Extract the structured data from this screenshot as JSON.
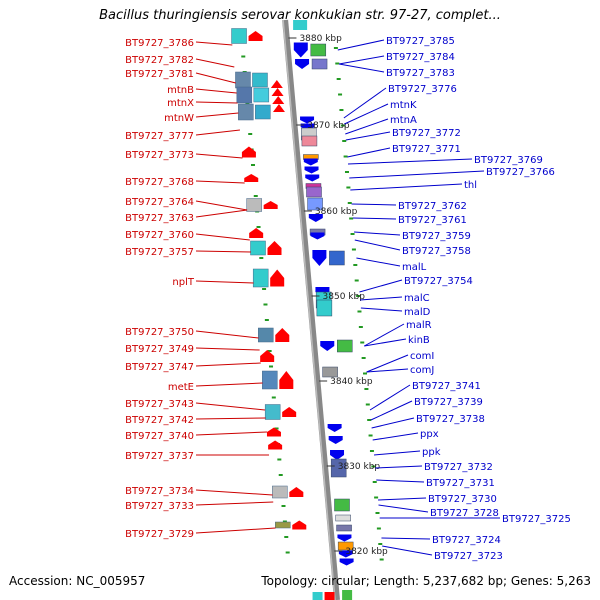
{
  "title": "Bacillus thuringiensis serovar konkukian str. 97-27, complet...",
  "footer": {
    "accession": "Accession: NC_005957",
    "stats": "Topology: circular; Length: 5,237,682 bp; Genes: 5,263"
  },
  "colors": {
    "left_labels": "#cc0000",
    "right_labels": "#0000cc",
    "left_genes": "#ff0000",
    "right_genes": "#0000ee",
    "backbone": "#888888",
    "tick": "#229922"
  },
  "kbp_markers": [
    "3880 kbp",
    "3870 kbp",
    "3860 kbp",
    "3850 kbp",
    "3840 kbp",
    "3830 kbp",
    "3820 kbp"
  ],
  "left_labels": [
    "BT9727_3786",
    "BT9727_3782",
    "BT9727_3781",
    "mtnB",
    "mtnX",
    "mtnW",
    "BT9727_3777",
    "BT9727_3773",
    "BT9727_3768",
    "BT9727_3764",
    "BT9727_3763",
    "BT9727_3760",
    "BT9727_3757",
    "nplT",
    "BT9727_3750",
    "BT9727_3749",
    "BT9727_3747",
    "metE",
    "BT9727_3743",
    "BT9727_3742",
    "BT9727_3740",
    "BT9727_3737",
    "BT9727_3734",
    "BT9727_3733",
    "BT9727_3729"
  ],
  "right_labels": [
    "BT9727_3785",
    "BT9727_3784",
    "BT9727_3783",
    "BT9727_3776",
    "mtnK",
    "mtnA",
    "BT9727_3772",
    "BT9727_3771",
    "BT9727_3769",
    "BT9727_3766",
    "thl",
    "BT9727_3762",
    "BT9727_3761",
    "BT9727_3759",
    "BT9727_3758",
    "malL",
    "BT9727_3754",
    "malC",
    "malD",
    "malR",
    "kinB",
    "comI",
    "comJ",
    "BT9727_3741",
    "BT9727_3739",
    "BT9727_3738",
    "ppx",
    "ppk",
    "BT9727_3732",
    "BT9727_3731",
    "BT9727_3730",
    "BT9727_3728",
    "BT9727_3725",
    "BT9727_3724",
    "BT9727_3723"
  ]
}
